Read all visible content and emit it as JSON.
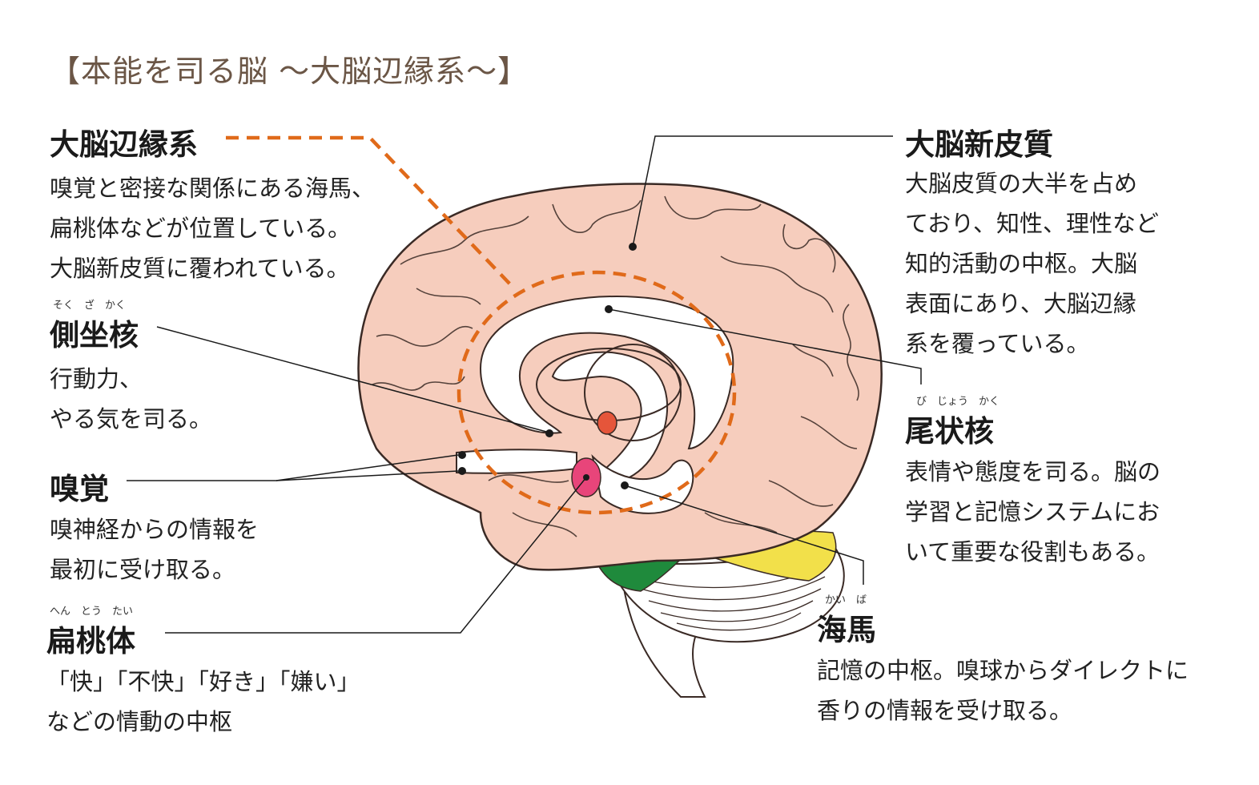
{
  "title": "【本能を司る脳 〜大脳辺縁系〜】",
  "limbic": {
    "term": "大脳辺縁系",
    "desc": [
      "嗅覚と密接な関係にある海馬、",
      "扁桃体などが位置している。",
      "大脳新皮質に覆われている。"
    ]
  },
  "accumbens": {
    "ruby": "そく　ざ　かく",
    "term": "側坐核",
    "desc": [
      "行動力、",
      "やる気を司る。"
    ]
  },
  "olfaction": {
    "term": "嗅覚",
    "desc": [
      "嗅神経からの情報を",
      "最初に受け取る。"
    ]
  },
  "amygdala": {
    "ruby": "へん　とう　たい",
    "term": "扁桃体",
    "desc": [
      "「快」「不快」「好き」「嫌い」",
      "などの情動の中枢"
    ]
  },
  "neocortex": {
    "term": "大脳新皮質",
    "desc": [
      "大脳皮質の大半を占め",
      "ており、知性、理性など",
      "知的活動の中枢。大脳",
      "表面にあり、大脳辺縁",
      "系を覆っている。"
    ]
  },
  "caudate": {
    "ruby": "び　じょう　かく",
    "term": "尾状核",
    "desc": [
      "表情や態度を司る。脳の",
      "学習と記憶システムにお",
      "いて重要な役割もある。"
    ]
  },
  "hippocampus": {
    "ruby": "かい　ば",
    "term": "海馬",
    "desc": [
      "記憶の中枢。嗅球からダイレクトに",
      "香りの情報を受け取る。"
    ]
  },
  "colors": {
    "cortex": "#f6cdbd",
    "cortex_line": "#3a2a25",
    "accent_dashed": "#e06a1a",
    "amygdala": "#e8457a",
    "accumbens": "#e5553a",
    "cerebellum_green": "#1f8a3c",
    "cerebellum_yellow": "#f2e04a",
    "title": "#6b5646"
  }
}
